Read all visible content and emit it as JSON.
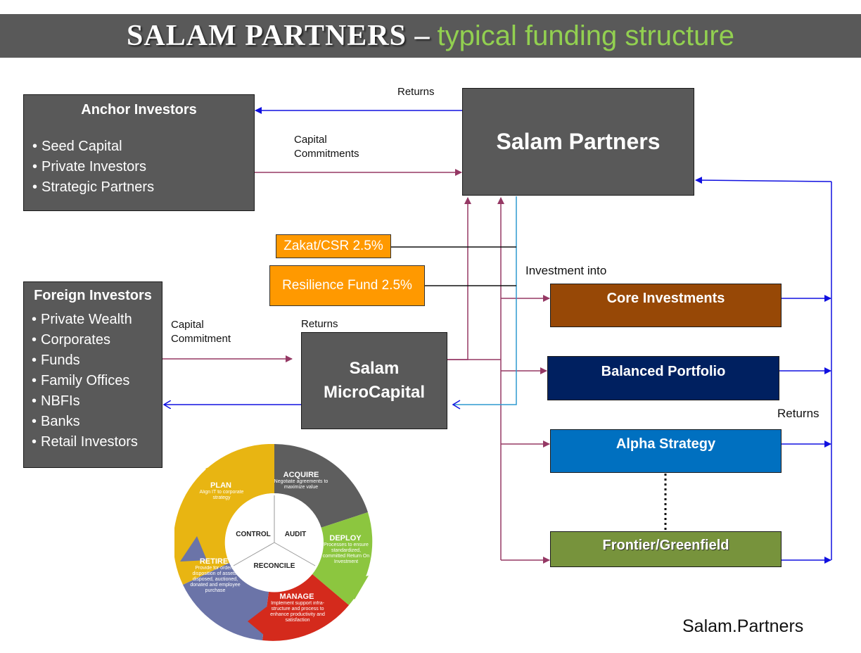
{
  "header": {
    "title_caps": "SALAM PARTNERS –",
    "title_rest": "typical funding structure"
  },
  "anchor": {
    "title": "Anchor Investors",
    "items": [
      "Seed Capital",
      "Private Investors",
      "Strategic Partners"
    ]
  },
  "foreign": {
    "title": "Foreign Investors",
    "items": [
      "Private Wealth",
      "Corporates",
      "Funds",
      "Family Offices",
      "NBFIs",
      "Banks",
      "Retail Investors"
    ]
  },
  "partners": {
    "label": "Salam Partners"
  },
  "micro": {
    "line1": "Salam",
    "line2": "MicroCapital"
  },
  "funds": {
    "zakat": "Zakat/CSR 2.5%",
    "resilience": "Resilience Fund 2.5%"
  },
  "strategies": {
    "core": "Core Investments",
    "balanced": "Balanced Portfolio",
    "alpha": "Alpha Strategy",
    "frontier": "Frontier/Greenfield"
  },
  "labels": {
    "returns_top": "Returns",
    "capital_commitments_1": "Capital",
    "capital_commitments_2": "Commitments",
    "capital_commitment_1": "Capital",
    "capital_commitment_2": "Commitment",
    "returns_micro": "Returns",
    "investment_into": "Investment into",
    "returns_right": "Returns"
  },
  "lifecycle": {
    "plan_title": "PLAN",
    "plan_text": "Align IT to corporate strategy",
    "acquire_title": "ACQUIRE",
    "acquire_text": "Negotiate agreements to maximize value",
    "deploy_title": "DEPLOY",
    "deploy_text": "Processes to ensure standardized, committed Return On Investment",
    "manage_title": "MANAGE",
    "manage_text": "Implement support infra-structure and process to enhance productivity and satisfaction",
    "retire_title": "RETIRE",
    "retire_text": "Provide for orderly disposition of assets; disposed, auctioned, donated and employee purchase",
    "control": "CONTROL",
    "audit": "AUDIT",
    "reconcile": "RECONCILE"
  },
  "footer": {
    "brand": "Salam.Partners"
  },
  "colors": {
    "box_gray": "#595959",
    "arrow_purple": "#953864",
    "arrow_blue": "#1010e0",
    "line_teal": "#2e9ad0",
    "orange": "#ff9900",
    "core": "#974806",
    "balanced": "#002060",
    "alpha": "#0070c0",
    "frontier": "#77933c",
    "title_green": "#92d050"
  }
}
